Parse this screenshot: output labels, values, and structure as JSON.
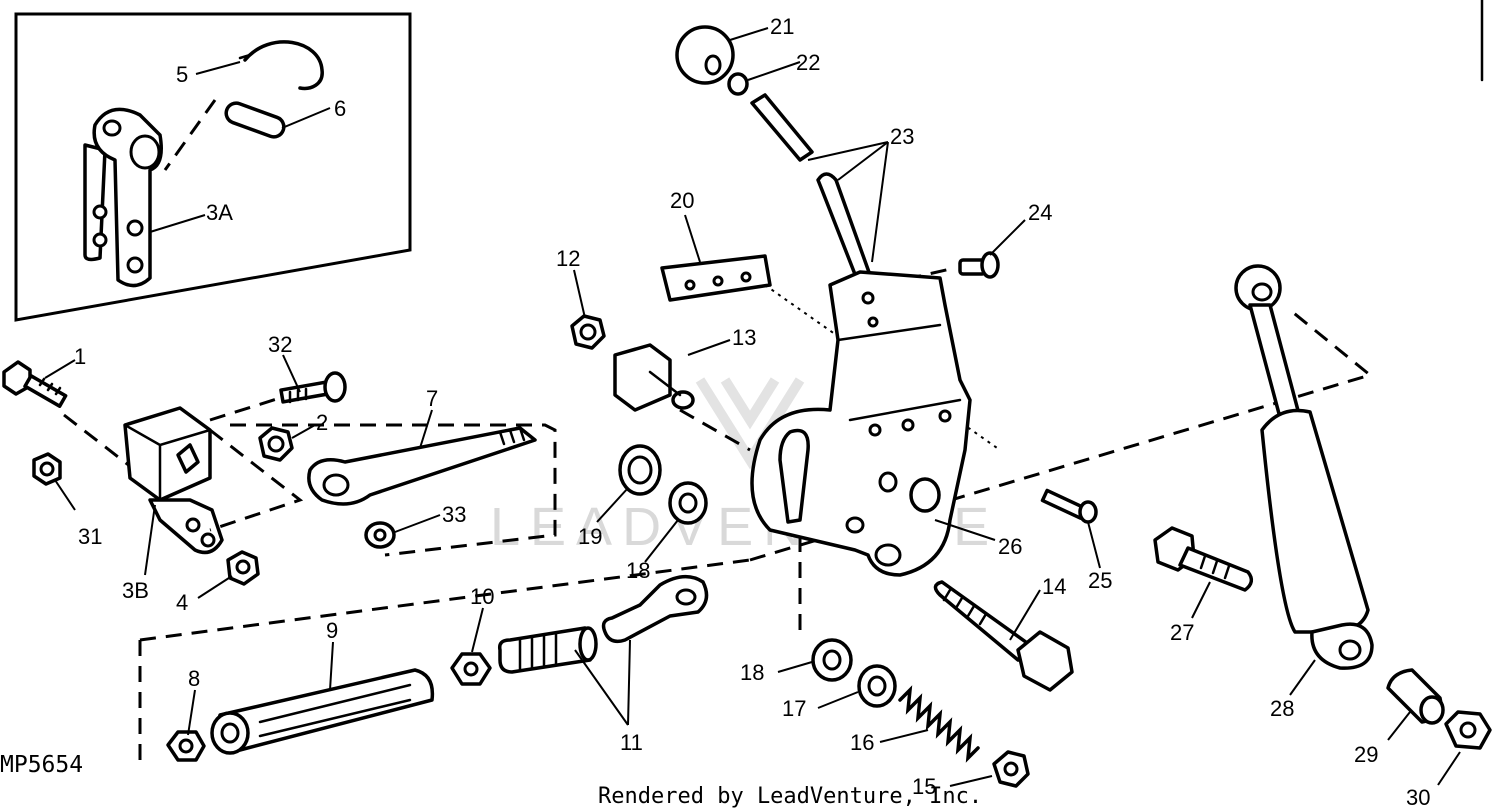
{
  "figure_id": "MP5654",
  "credit": "Rendered by LeadVenture, Inc.",
  "watermark": "LEADVENTURE",
  "callouts": {
    "c1": "1",
    "c2": "2",
    "c3A": "3A",
    "c3B": "3B",
    "c4": "4",
    "c5": "5",
    "c6": "6",
    "c7": "7",
    "c8": "8",
    "c9": "9",
    "c10": "10",
    "c11": "11",
    "c12": "12",
    "c13": "13",
    "c14": "14",
    "c15": "15",
    "c16": "16",
    "c17": "17",
    "c18a": "18",
    "c18b": "18",
    "c19": "19",
    "c20": "20",
    "c21": "21",
    "c22": "22",
    "c23": "23",
    "c24": "24",
    "c25": "25",
    "c26": "26",
    "c27": "27",
    "c28": "28",
    "c29": "29",
    "c30": "30",
    "c31": "31",
    "c32": "32",
    "c33": "33"
  }
}
